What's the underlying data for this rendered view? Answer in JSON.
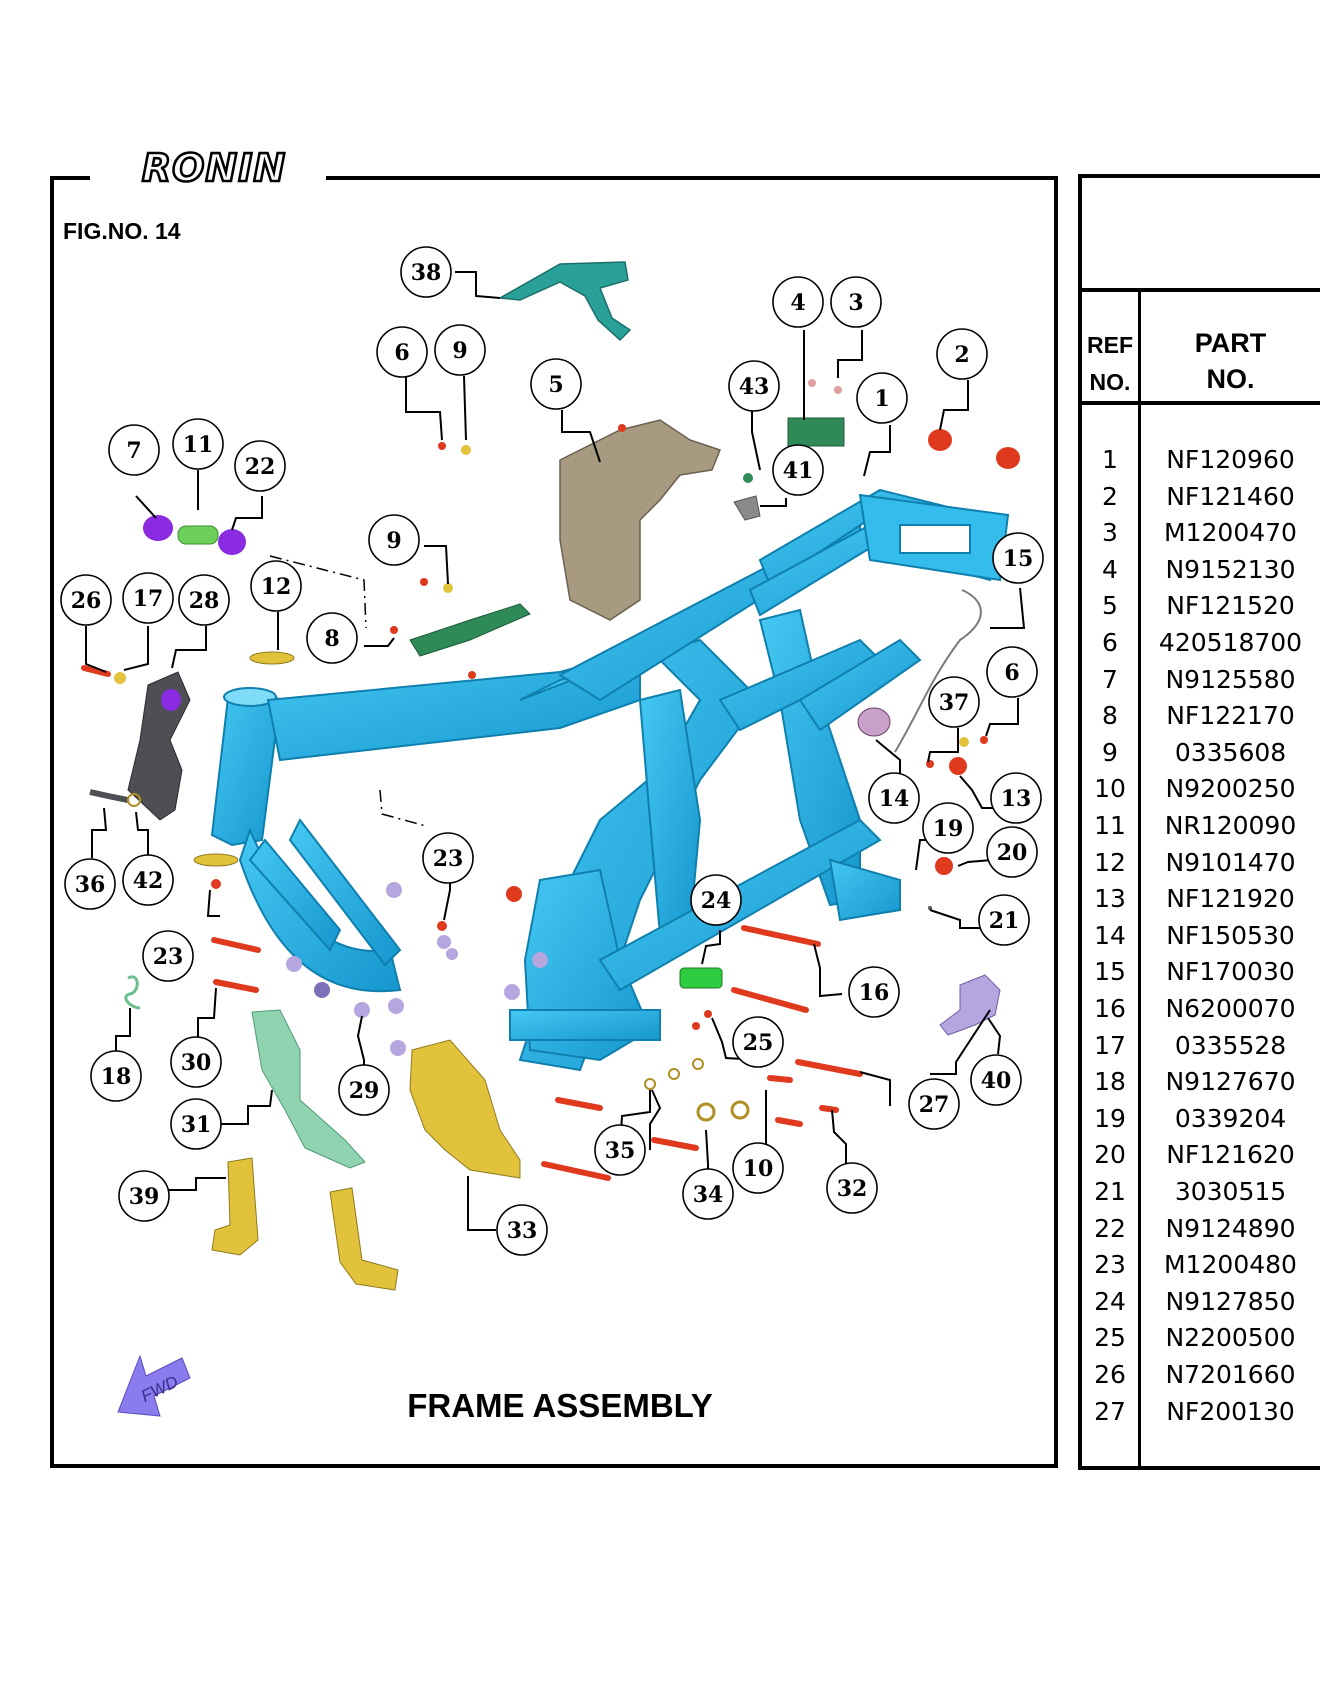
{
  "brand": "RONIN",
  "figure_label": "FIG.NO. 14",
  "title": "FRAME ASSEMBLY",
  "fwd_label": "FWD",
  "colors": {
    "frame": "#1fb3e6",
    "frame_dark": "#0f7fae",
    "bracket_brown": "#a89a80",
    "bracket_green": "#2e8b57",
    "light_green": "#8fd3b0",
    "yellow": "#e2c23a",
    "red": "#e03a1e",
    "purple": "#8a2be2",
    "lavender": "#b6a6e0",
    "teal": "#2aa198",
    "arrow": "#8a7bef"
  },
  "callout_labels": [
    "1",
    "2",
    "3",
    "4",
    "5",
    "6",
    "6",
    "7",
    "8",
    "9",
    "9",
    "10",
    "11",
    "12",
    "13",
    "14",
    "15",
    "16",
    "17",
    "18",
    "19",
    "20",
    "21",
    "22",
    "23",
    "23",
    "24",
    "25",
    "26",
    "27",
    "28",
    "29",
    "30",
    "31",
    "32",
    "33",
    "34",
    "35",
    "36",
    "37",
    "38",
    "39",
    "40",
    "41",
    "42",
    "43"
  ],
  "table": {
    "header_ref_line1": "REF",
    "header_ref_line2": "NO.",
    "header_part_line1": "PART",
    "header_part_line2": "NO.",
    "rows": [
      {
        "ref": "1",
        "part": "NF120960"
      },
      {
        "ref": "2",
        "part": "NF121460"
      },
      {
        "ref": "3",
        "part": "M1200470"
      },
      {
        "ref": "4",
        "part": "N9152130"
      },
      {
        "ref": "5",
        "part": "NF121520"
      },
      {
        "ref": "6",
        "part": "420518700"
      },
      {
        "ref": "7",
        "part": "N9125580"
      },
      {
        "ref": "8",
        "part": "NF122170"
      },
      {
        "ref": "9",
        "part": "0335608"
      },
      {
        "ref": "10",
        "part": "N9200250"
      },
      {
        "ref": "11",
        "part": "NR120090"
      },
      {
        "ref": "12",
        "part": "N9101470"
      },
      {
        "ref": "13",
        "part": "NF121920"
      },
      {
        "ref": "14",
        "part": "NF150530"
      },
      {
        "ref": "15",
        "part": "NF170030"
      },
      {
        "ref": "16",
        "part": "N6200070"
      },
      {
        "ref": "17",
        "part": "0335528"
      },
      {
        "ref": "18",
        "part": "N9127670"
      },
      {
        "ref": "19",
        "part": "0339204"
      },
      {
        "ref": "20",
        "part": "NF121620"
      },
      {
        "ref": "21",
        "part": "3030515"
      },
      {
        "ref": "22",
        "part": "N9124890"
      },
      {
        "ref": "23",
        "part": "M1200480"
      },
      {
        "ref": "24",
        "part": "N9127850"
      },
      {
        "ref": "25",
        "part": "N2200500"
      },
      {
        "ref": "26",
        "part": "N7201660"
      },
      {
        "ref": "27",
        "part": "NF200130"
      }
    ]
  }
}
